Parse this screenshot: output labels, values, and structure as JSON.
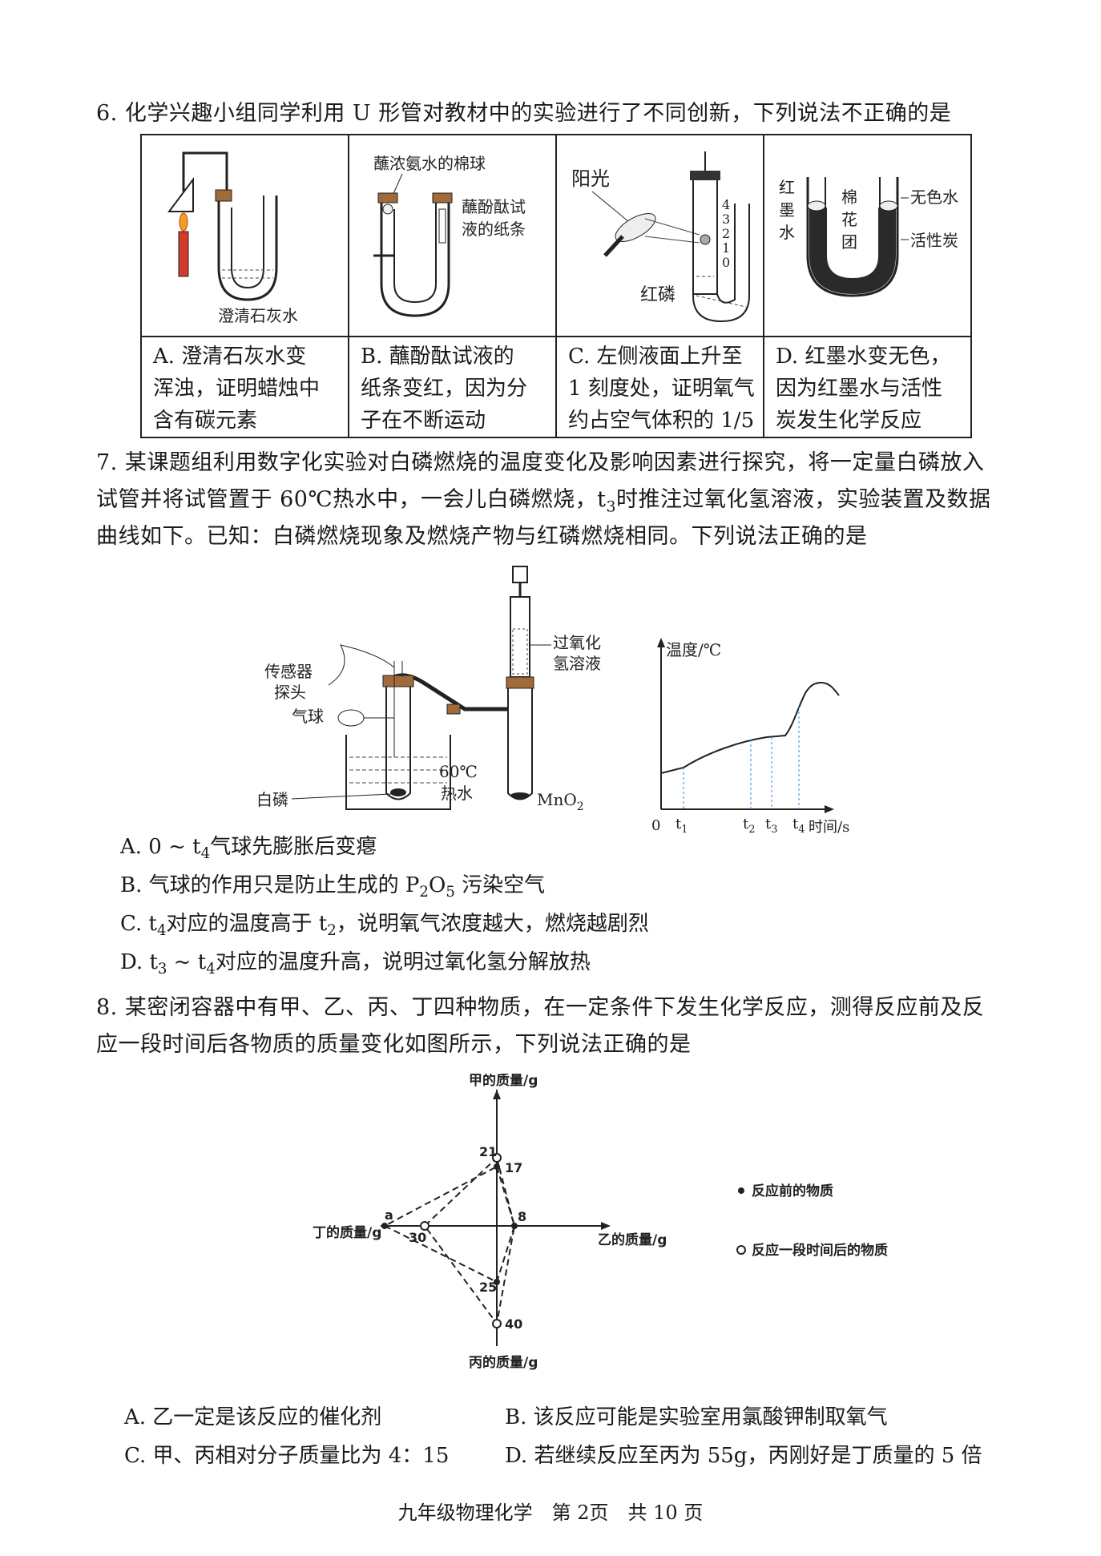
{
  "q6": {
    "stem": "6. 化学兴趣小组同学利用 U 形管对教材中的实验进行了不同创新，下列说法不正确的是",
    "images": {
      "a": {
        "label": "澄清石灰水"
      },
      "b": {
        "label1": "蘸浓氨水的棉球",
        "label2a": "蘸酚酞试",
        "label2b": "液的纸条"
      },
      "c": {
        "sun": "阳光",
        "phos": "红磷",
        "marks": [
          "4",
          "3",
          "2",
          "1",
          "0"
        ]
      },
      "d": {
        "left1": "红",
        "left2": "墨",
        "left3": "水",
        "mid1": "棉",
        "mid2": "花",
        "mid3": "团",
        "right1": "无色水",
        "right2": "活性炭"
      }
    },
    "options": [
      {
        "line1": "A. 澄清石灰水变",
        "line2": "浑浊，证明蜡烛中",
        "line3": "含有碳元素"
      },
      {
        "line1": "B. 蘸酚酞试液的",
        "line2": "纸条变红，因为分",
        "line3": "子在不断运动"
      },
      {
        "line1": "C. 左侧液面上升至",
        "line2": "1 刻度处，证明氧气",
        "line3": "约占空气体积的 1/5"
      },
      {
        "line1": "D. 红墨水变无色，",
        "line2": "因为红墨水与活性",
        "line3": "炭发生化学反应"
      }
    ]
  },
  "q7": {
    "stem1": "7. 某课题组利用数字化实验对白磷燃烧的温度变化及影响因素进行探究，将一定量白磷放入",
    "stem2a": "试管并将试管置于 60℃热水中，一会儿白磷燃烧，t",
    "stem2sub": "3",
    "stem2b": "时推注过氧化氢溶液，实验装置及数据",
    "stem3": "曲线如下。已知：白磷燃烧现象及燃烧产物与红磷燃烧相同。下列说法正确的是",
    "apparatus": {
      "sensor1": "传感器",
      "sensor2": "探头",
      "balloon": "气球",
      "phos": "白磷",
      "water1": "60℃",
      "water2": "热水",
      "h2o2_1": "过氧化",
      "h2o2_2": "氢溶液",
      "mno2": "MnO",
      "mno2sub": "2"
    },
    "graph": {
      "ylabel": "温度/℃",
      "xlabel": "时间/s",
      "origin": "0",
      "ticks": [
        {
          "t": "t",
          "s": "1"
        },
        {
          "t": "t",
          "s": "2"
        },
        {
          "t": "t",
          "s": "3"
        },
        {
          "t": "t",
          "s": "4"
        }
      ]
    },
    "options": {
      "A": {
        "pre": "A. 0 ~ t",
        "sub": "4",
        "post": "气球先膨胀后变瘪"
      },
      "B": {
        "pre": "B. 气球的作用只是防止生成的 P",
        "sub1": "2",
        "mid": "O",
        "sub2": "5",
        "post": " 污染空气"
      },
      "C": {
        "pre": "C. t",
        "sub1": "4",
        "mid": "对应的温度高于 t",
        "sub2": "2",
        "post": "，说明氧气浓度越大，燃烧越剧烈"
      },
      "D": {
        "pre": "D. t",
        "sub1": "3",
        "mid": " ~ t",
        "sub2": "4",
        "post": "对应的温度升高，说明过氧化氢分解放热"
      }
    }
  },
  "q8": {
    "stem1": "8. 某密闭容器中有甲、乙、丙、丁四种物质，在一定条件下发生化学反应，测得反应前及反",
    "stem2": "应一段时间后各物质的质量变化如图所示，下列说法正确的是",
    "axes": {
      "top": "甲的质量/g",
      "right": "乙的质量/g",
      "bottom": "丙的质量/g",
      "left": "丁的质量/g"
    },
    "values": {
      "v21": "21",
      "v17": "17",
      "v8": "8",
      "va": "a",
      "v30": "30",
      "v25": "25",
      "v40": "40"
    },
    "legend": {
      "before": "反应前的物质",
      "after": "反应一段时间后的物质"
    },
    "options": {
      "A": "A. 乙一定是该反应的催化剂",
      "B": "B. 该反应可能是实验室用氯酸钾制取氧气",
      "C": "C. 甲、丙相对分子质量比为 4：15",
      "D": "D. 若继续反应至丙为 55g，丙刚好是丁质量的 5 倍"
    }
  },
  "footer": "九年级物理化学　第 2页　共 10 页"
}
